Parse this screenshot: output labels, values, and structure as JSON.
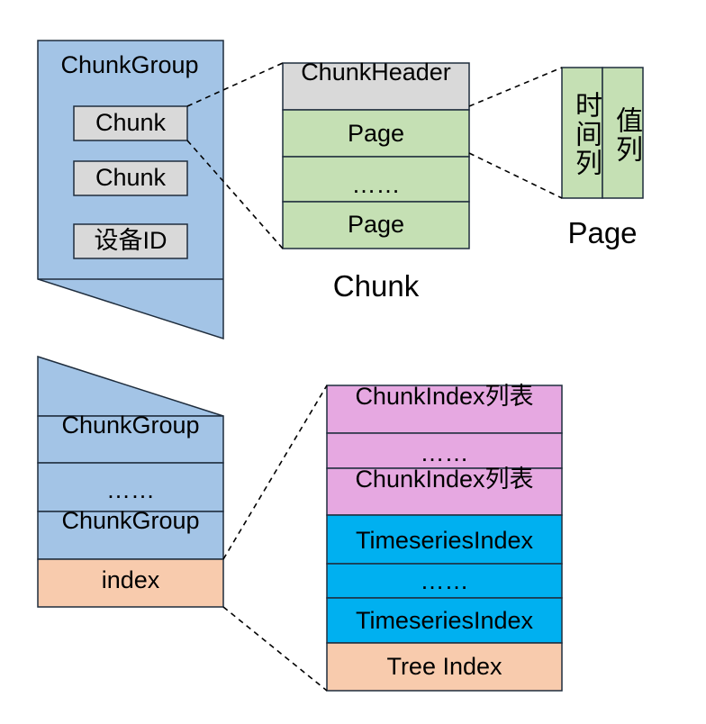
{
  "colors": {
    "light_blue": "#a3c4e6",
    "gray": "#d9d9d9",
    "green": "#c5e0b4",
    "pink": "#e6a8e1",
    "cyan": "#00b0f0",
    "peach": "#f8cbad",
    "stroke": "#1f2d3d"
  },
  "chunk_group_block": {
    "title": "ChunkGroup",
    "chunks": [
      "Chunk",
      "Chunk"
    ],
    "device_id": "设备ID"
  },
  "chunk_block": {
    "header": "ChunkHeader",
    "rows": [
      "Page",
      "……",
      "Page"
    ],
    "caption": "Chunk"
  },
  "page_block": {
    "columns": [
      "时间列",
      "值列"
    ],
    "caption": "Page"
  },
  "file_block": {
    "rows": [
      "ChunkGroup",
      "……",
      "ChunkGroup"
    ],
    "index": "index"
  },
  "index_block": {
    "rows": [
      "ChunkIndex列表",
      "……",
      "ChunkIndex列表"
    ],
    "timeseries": [
      "TimeseriesIndex",
      "……",
      "TimeseriesIndex"
    ],
    "tree": "Tree Index"
  }
}
